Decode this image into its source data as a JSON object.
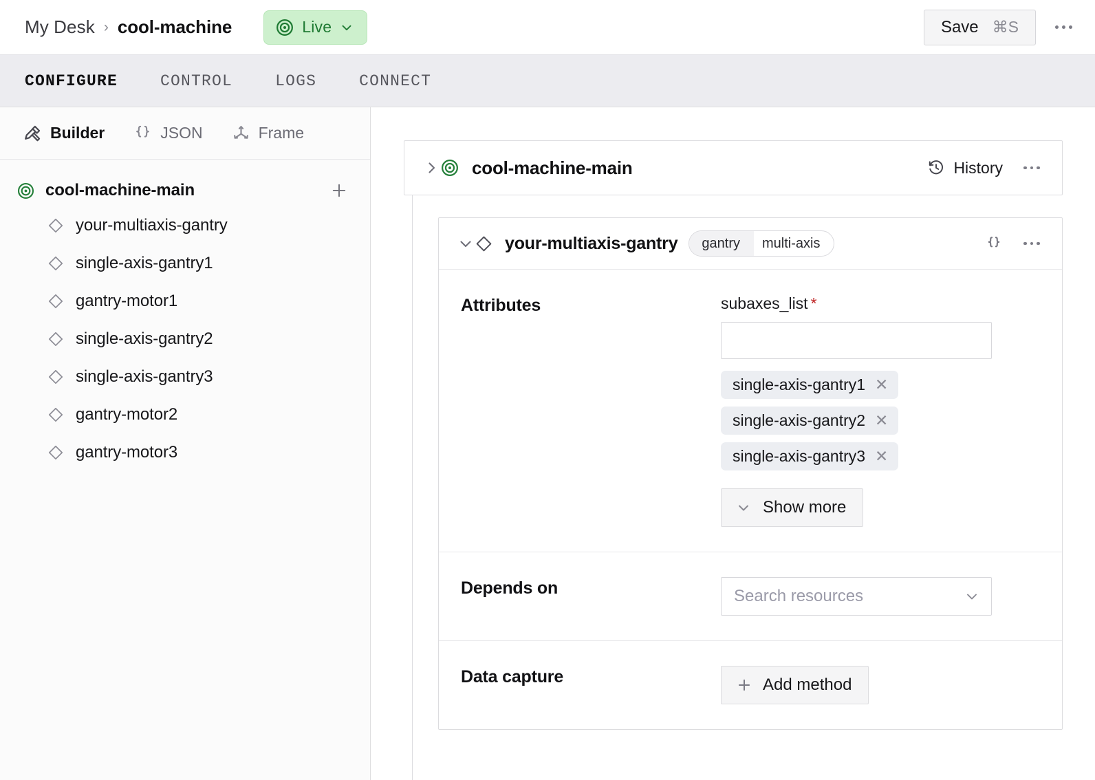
{
  "header": {
    "breadcrumb_root": "My Desk",
    "breadcrumb_sep": "›",
    "breadcrumb_current": "cool-machine",
    "status_label": "Live",
    "status_color": "#cdf0cd",
    "status_text_color": "#1f7a33",
    "save_label": "Save",
    "save_shortcut": "⌘S"
  },
  "tabs": [
    {
      "label": "CONFIGURE",
      "active": true
    },
    {
      "label": "CONTROL",
      "active": false
    },
    {
      "label": "LOGS",
      "active": false
    },
    {
      "label": "CONNECT",
      "active": false
    }
  ],
  "sidebar": {
    "modes": [
      {
        "label": "Builder",
        "icon": "tools-icon",
        "active": true
      },
      {
        "label": "JSON",
        "icon": "braces-icon",
        "active": false
      },
      {
        "label": "Frame",
        "icon": "axes-icon",
        "active": false
      }
    ],
    "tree": {
      "root_label": "cool-machine-main",
      "root_icon": "machine-signal-icon",
      "add_icon": "plus-icon",
      "items": [
        {
          "label": "your-multiaxis-gantry",
          "icon": "diamond-icon"
        },
        {
          "label": "single-axis-gantry1",
          "icon": "diamond-icon"
        },
        {
          "label": "gantry-motor1",
          "icon": "diamond-icon"
        },
        {
          "label": "single-axis-gantry2",
          "icon": "diamond-icon"
        },
        {
          "label": "single-axis-gantry3",
          "icon": "diamond-icon"
        },
        {
          "label": "gantry-motor2",
          "icon": "diamond-icon"
        },
        {
          "label": "gantry-motor3",
          "icon": "diamond-icon"
        }
      ]
    }
  },
  "main": {
    "machine_card": {
      "name": "cool-machine-main",
      "expand_icon": "chevron-right-icon",
      "machine_icon": "machine-signal-icon",
      "history_label": "History",
      "history_icon": "history-clock-icon",
      "menu_icon": "kebab-icon"
    },
    "resource_card": {
      "name": "your-multiaxis-gantry",
      "collapse_icon": "chevron-down-icon",
      "resource_icon": "diamond-icon",
      "type_segments": [
        "gantry",
        "multi-axis"
      ],
      "json_icon": "braces-icon",
      "menu_icon": "kebab-icon",
      "sections": {
        "attributes": {
          "label": "Attributes",
          "field_label": "subaxes_list",
          "required_marker": "*",
          "input_value": "",
          "chips": [
            {
              "label": "single-axis-gantry1",
              "remove_icon": "close-icon"
            },
            {
              "label": "single-axis-gantry2",
              "remove_icon": "close-icon"
            },
            {
              "label": "single-axis-gantry3",
              "remove_icon": "close-icon"
            }
          ],
          "show_more_label": "Show more",
          "show_more_icon": "chevron-down-icon"
        },
        "depends_on": {
          "label": "Depends on",
          "placeholder": "Search resources",
          "value": "",
          "chevron_icon": "chevron-down-icon"
        },
        "data_capture": {
          "label": "Data capture",
          "add_label": "Add method",
          "add_icon": "plus-icon"
        }
      }
    }
  }
}
